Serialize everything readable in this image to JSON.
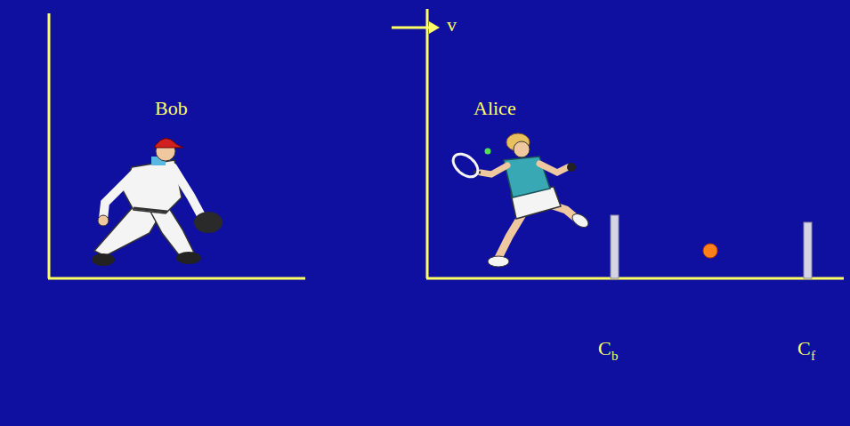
{
  "diagram": {
    "labels": [
      "Bob",
      "Alice",
      "v",
      "C",
      "b",
      "C",
      "f"
    ]
  }
}
